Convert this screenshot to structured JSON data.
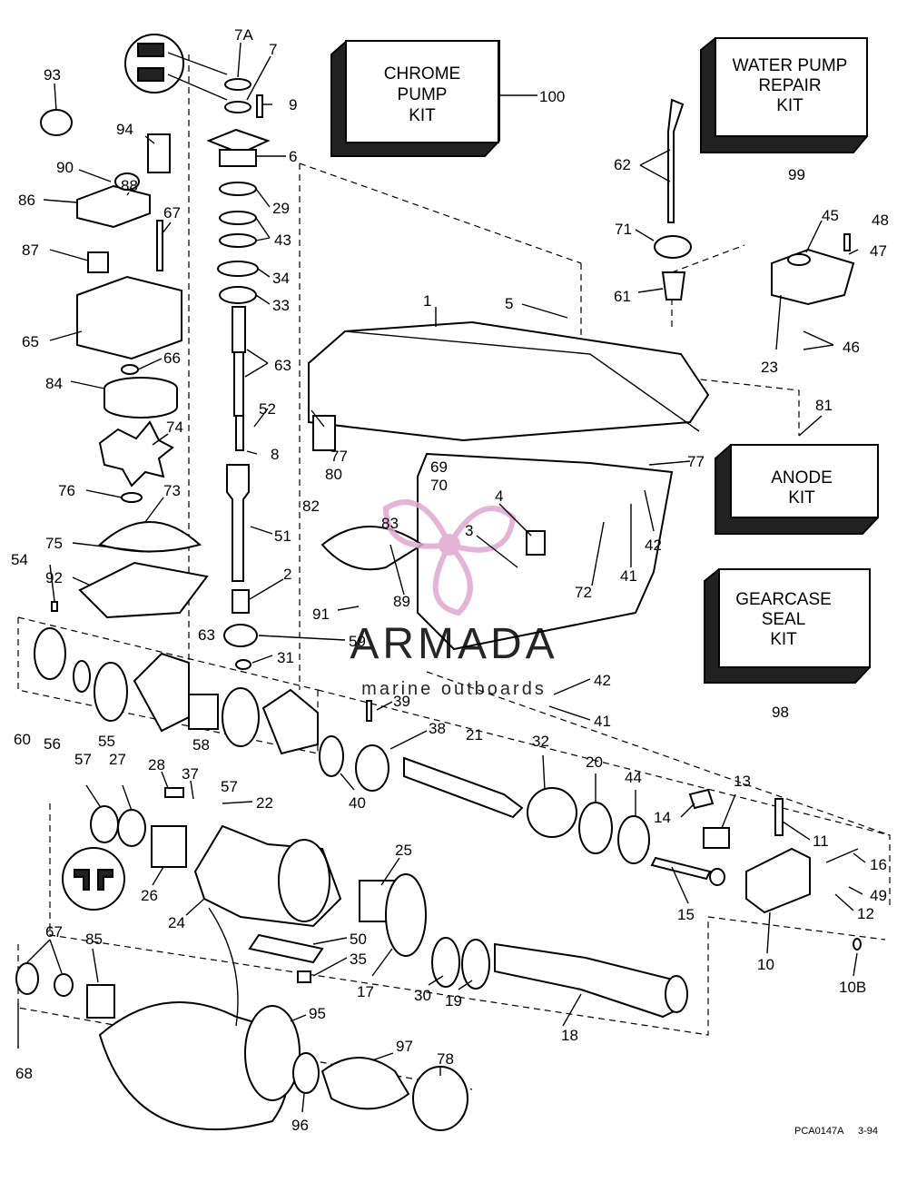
{
  "kits": {
    "chrome_pump": [
      "CHROME",
      "PUMP",
      "KIT"
    ],
    "water_pump": [
      "WATER PUMP",
      "REPAIR",
      "KIT"
    ],
    "anode": [
      "ANODE",
      "KIT"
    ],
    "gearcase_seal": [
      "GEARCASE",
      "SEAL",
      "KIT"
    ]
  },
  "callouts": {
    "c7A": "7A",
    "c7": "7",
    "c9": "9",
    "c93": "93",
    "c100": "100",
    "c94": "94",
    "c6": "6",
    "c90": "90",
    "c88": "88",
    "c86": "86",
    "c29": "29",
    "c67a": "67",
    "c43": "43",
    "c87": "87",
    "c34": "34",
    "c33": "33",
    "c65": "65",
    "c66": "66",
    "c63a": "63",
    "c84": "84",
    "c52": "52",
    "c74": "74",
    "c8": "8",
    "c76": "76",
    "c73": "73",
    "c51": "51",
    "c75": "75",
    "c54": "54",
    "c92": "92",
    "c2": "2",
    "c63b": "63",
    "c31": "31",
    "c59": "59",
    "c60": "60",
    "c56": "56",
    "c57a": "57",
    "c55": "55",
    "c58": "58",
    "c57b": "57",
    "c27": "27",
    "c28": "28",
    "c37": "37",
    "c22": "22",
    "c26": "26",
    "c24": "24",
    "c25": "25",
    "c50": "50",
    "c35": "35",
    "c17a": "17",
    "c30": "30",
    "c19": "19",
    "c67b": "67",
    "c85": "85",
    "c68": "68",
    "c95": "95",
    "c97": "97",
    "c78": "78",
    "c96": "96",
    "c18": "18",
    "c1": "1",
    "c5": "5",
    "c62": "62",
    "c99": "99",
    "c71": "71",
    "c45": "45",
    "c48": "48",
    "c47": "47",
    "c61": "61",
    "c23": "23",
    "c46": "46",
    "c81": "81",
    "c77a": "77",
    "c77b": "77",
    "c80": "80",
    "c69": "69",
    "c70": "70",
    "c82": "82",
    "c83": "83",
    "c4": "4",
    "c3": "3",
    "c42a": "42",
    "c41a": "41",
    "c72": "72",
    "c91": "91",
    "c89": "89",
    "c98": "98",
    "c42b": "42",
    "c41b": "41",
    "c39": "39",
    "c38": "38",
    "c21": "21",
    "c40": "40",
    "c32": "32",
    "c20": "20",
    "c44": "44",
    "c13": "13",
    "c14": "14",
    "c11": "11",
    "c16": "16",
    "c15": "15",
    "c49": "49",
    "c12": "12",
    "c10": "10",
    "c10B": "10B"
  },
  "watermark": {
    "brand": "ARMADA",
    "tagline": "marine outboards"
  },
  "footer": {
    "code": "PCA0147A",
    "date": "3-94"
  },
  "colors": {
    "line": "#000000",
    "watermark_brand": "#6b6b6b",
    "watermark_logo": "#e0a6cf"
  }
}
